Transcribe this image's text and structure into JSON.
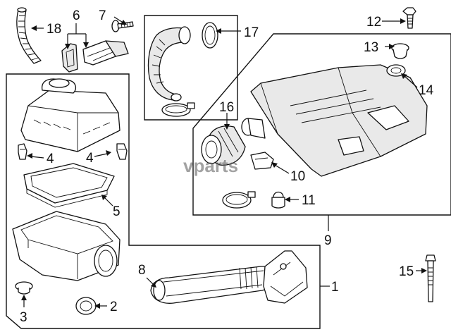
{
  "watermark": "vparts",
  "callouts": {
    "c1": "1",
    "c2": "2",
    "c3": "3",
    "c4a": "4",
    "c4b": "4",
    "c5": "5",
    "c6": "6",
    "c7": "7",
    "c8": "8",
    "c9": "9",
    "c10": "10",
    "c11": "11",
    "c12": "12",
    "c13": "13",
    "c14": "14",
    "c15": "15",
    "c16": "16",
    "c17": "17",
    "c18": "18"
  },
  "colors": {
    "line": "#111111",
    "fill": "#ffffff",
    "shade": "#e9e9e9",
    "watermark": "#555555"
  }
}
